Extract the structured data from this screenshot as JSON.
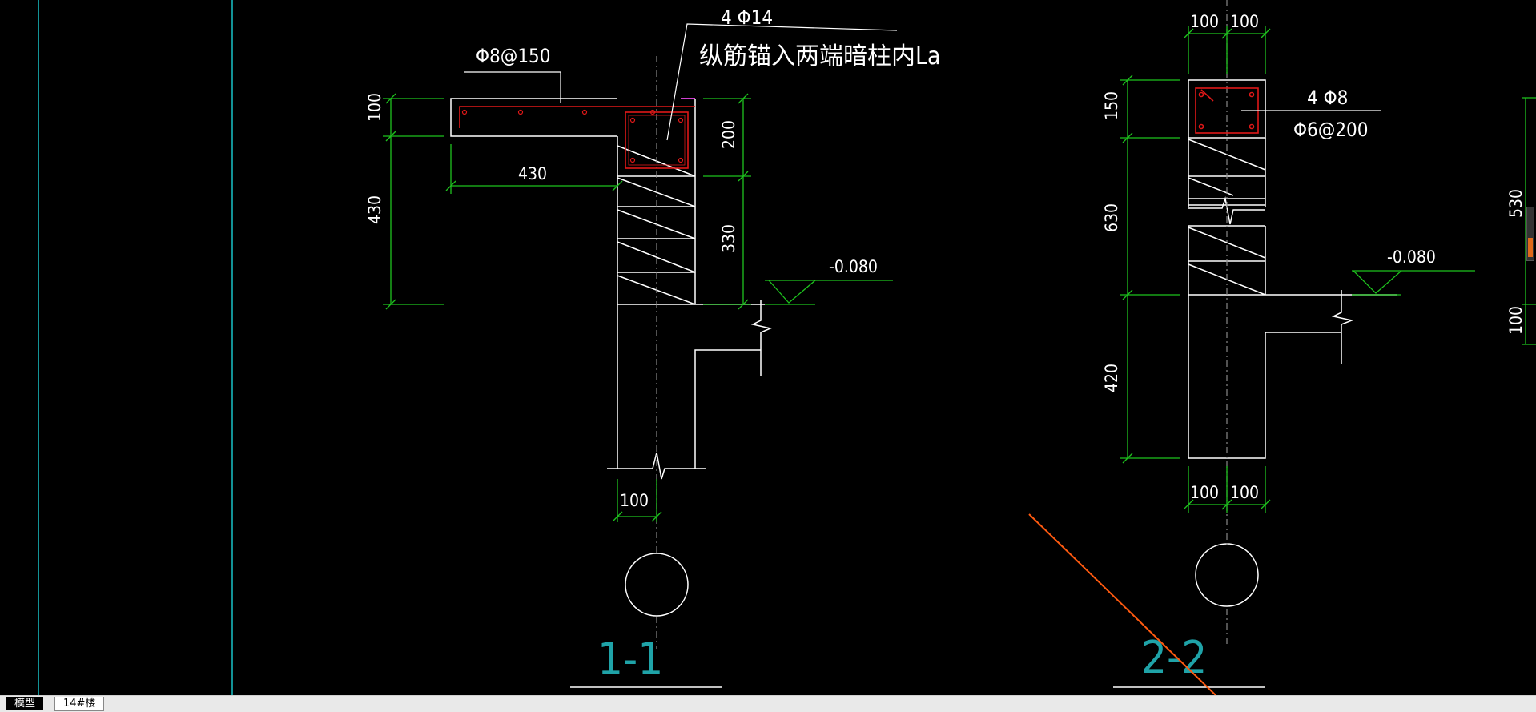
{
  "colors": {
    "background": "#000000",
    "line": "#ffffff",
    "dimension": "#1ec31e",
    "rebar": "#e01818",
    "axis_cyan": "#19c3c8",
    "title": "#1fa3a8",
    "leader_orange": "#ff5a10",
    "magenta": "#d040d0"
  },
  "section_1": {
    "title": "1-1",
    "rebar_stirrup": "Φ8@150",
    "rebar_main": "4 Φ14",
    "note": "纵筋锚入两端暗柱内La",
    "dim_100_left": "100",
    "dim_430_h": "430",
    "dim_430_v": "430",
    "dim_200": "200",
    "dim_330": "330",
    "dim_100_bottom": "100",
    "elevation": "-0.080"
  },
  "section_2": {
    "title": "2-2",
    "rebar_main": "4 Φ8",
    "rebar_stirrup": "Φ6@200",
    "dim_top_left": "100",
    "dim_top_right": "100",
    "dim_150": "150",
    "dim_630": "630",
    "dim_420": "420",
    "dim_bot_left": "100",
    "dim_bot_right": "100",
    "elevation": "-0.080",
    "dim_530": "530",
    "dim_100_right": "100"
  },
  "statusbar": {
    "tab_model": "模型",
    "tab_layout": "14#楼"
  }
}
